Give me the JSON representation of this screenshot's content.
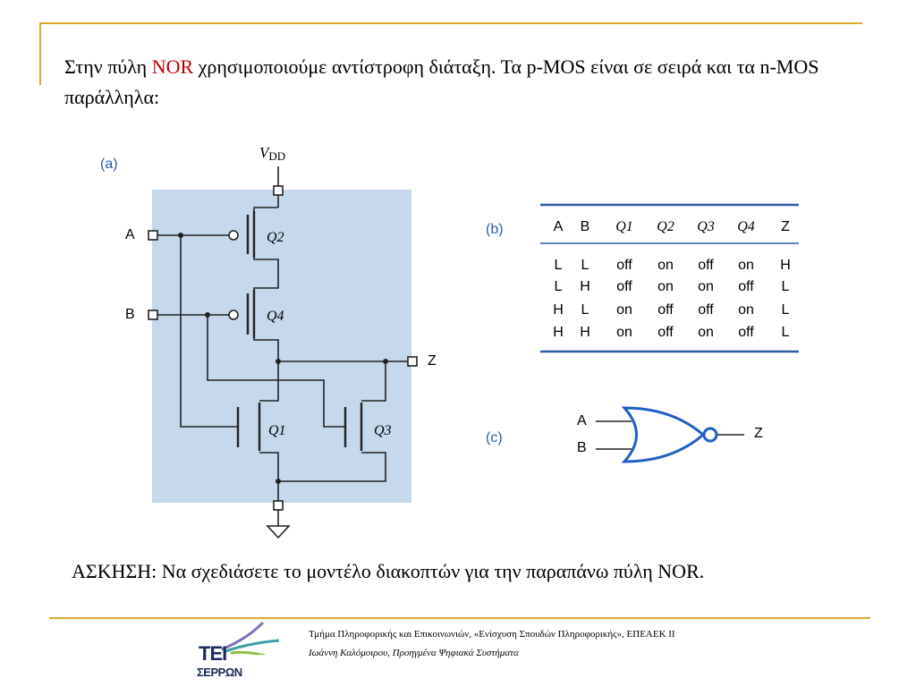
{
  "intro": {
    "before": "Στην πύλη ",
    "highlight": "NOR",
    "after": " χρησιμοποιούμε αντίστροφη διάταξη. Τα p-MOS είναι σε σειρά και τα n-MOS παράλληλα:"
  },
  "panel_a": {
    "label": "(a)",
    "vdd": "V",
    "vdd_sub": "DD",
    "input_a": "A",
    "input_b": "B",
    "output": "Z",
    "transistors": [
      "Q2",
      "Q4",
      "Q1",
      "Q3"
    ]
  },
  "panel_b": {
    "label": "(b)",
    "headers": [
      "A",
      "B",
      "Q1",
      "Q2",
      "Q3",
      "Q4",
      "Z"
    ],
    "rows": [
      [
        "L",
        "L",
        "off",
        "on",
        "off",
        "on",
        "H"
      ],
      [
        "L",
        "H",
        "off",
        "on",
        "on",
        "off",
        "L"
      ],
      [
        "H",
        "L",
        "on",
        "off",
        "off",
        "on",
        "L"
      ],
      [
        "H",
        "H",
        "on",
        "off",
        "on",
        "off",
        "L"
      ]
    ]
  },
  "panel_c": {
    "label": "(c)",
    "input_a": "A",
    "input_b": "B",
    "output": "Z"
  },
  "exercise": "ΑΣΚΗΣΗ: Να σχεδιάσετε το μοντέλο διακοπτών για την παραπάνω πύλη NOR.",
  "footer": {
    "line1": "Τμήμα Πληροφορικής και Επικοινωνιών, «Ενίσχυση Σπουδών Πληροφορικής», ΕΠΕΑΕΚ ΙΙ",
    "line2": "Ιωάννη Καλόμοιρου, Προηγμένα Ψηφιακά Συστήματα"
  },
  "logo": {
    "short": "ΤΕΙ",
    "name": "ΣΕΡΡΩΝ"
  },
  "colors": {
    "accent_rule": "#e0a830",
    "highlight": "#c00000",
    "panel_bg": "#c5d8ec",
    "blue": "#2a5ca8",
    "gate_blue": "#2060c0"
  }
}
